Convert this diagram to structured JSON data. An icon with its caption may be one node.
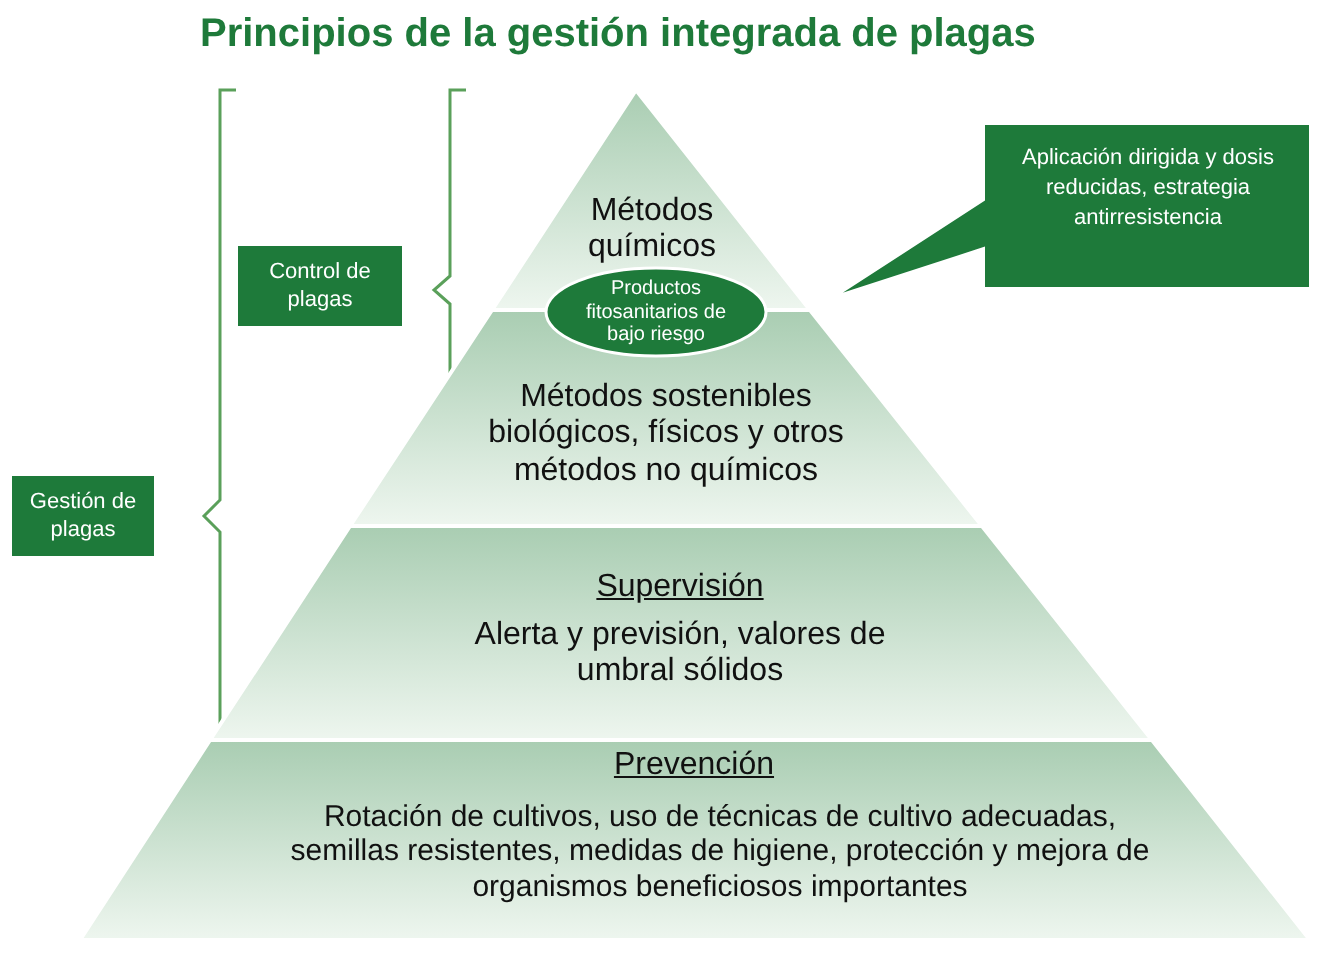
{
  "diagram": {
    "title": "Principios de la gestión integrada de plagas",
    "nodes": [
      {
        "text": [
          "Métodos químicos"
        ]
      },
      {
        "text": [
          "Productos fitosanitarios de bajo riesgo"
        ]
      },
      {
        "text": [
          "Aplicación dirigida y dosis reducidas, estrategia antirresistencia"
        ]
      },
      {
        "text": [
          "Control de plagas"
        ]
      },
      {
        "text": [
          "Métodos sostenibles biológicos, físicos y otros métodos no químicos"
        ]
      },
      {
        "text": [
          "Gestión de plagas"
        ]
      },
      {
        "text": [
          "Supervisión",
          "Alerta y previsión, valores de umbral sólidos"
        ]
      },
      {
        "text": [
          "Prevención",
          "Rotación de cultivos, uso de técnicas de cultivo adecuadas, semillas resistentes, medidas de higiene, protección y mejora de organismos beneficiosos importantes"
        ]
      }
    ]
  }
}
